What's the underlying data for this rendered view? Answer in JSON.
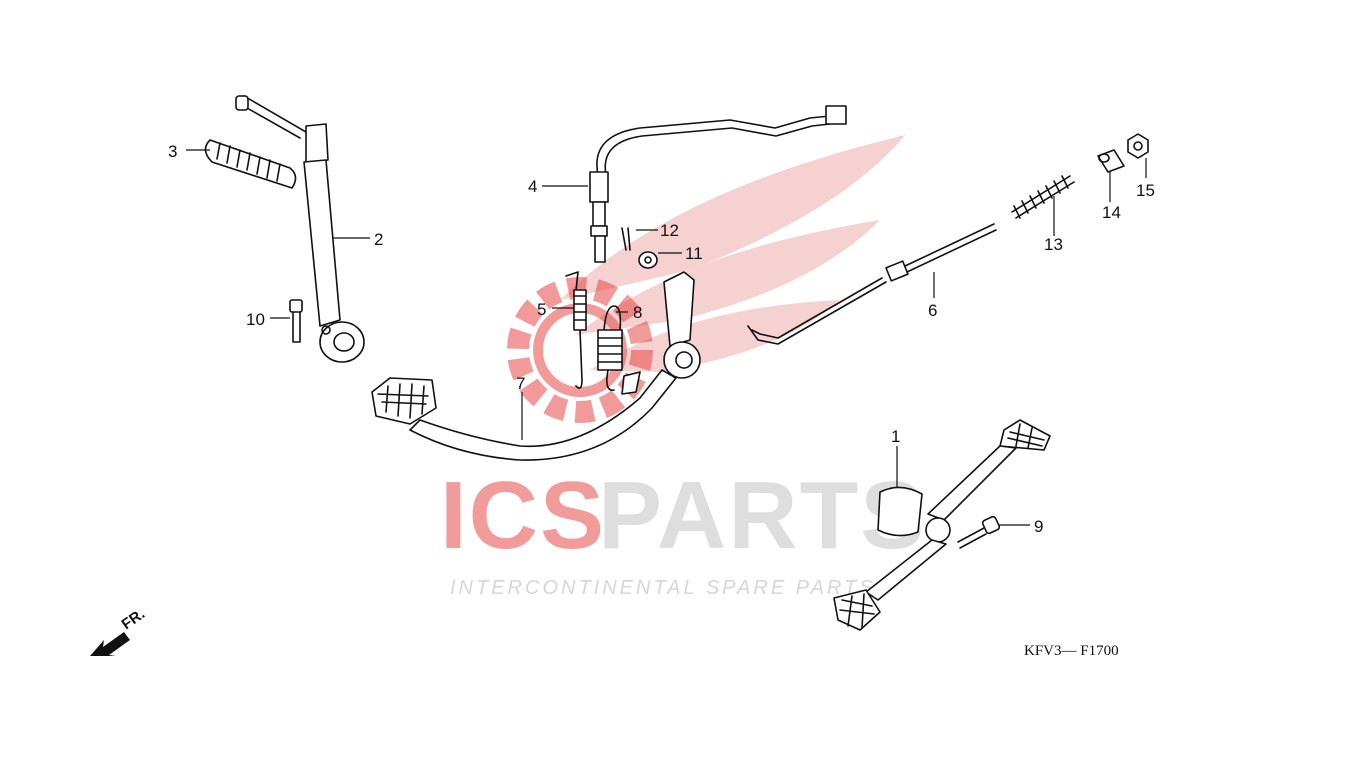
{
  "watermark": {
    "brand_part1": "ICS",
    "brand_part2": "PARTS",
    "tagline": "INTERCONTINENTAL SPARE PARTS",
    "colors": {
      "red": "#e84848",
      "grey": "#c8c8c8",
      "wing": "#f4c2c2"
    }
  },
  "diagram_code": "KFV3— F1700",
  "front_indicator": {
    "label": "FR.",
    "icon": "front-arrow-icon"
  },
  "callouts": [
    {
      "id": "c1",
      "label": "1"
    },
    {
      "id": "c2",
      "label": "2"
    },
    {
      "id": "c3",
      "label": "3"
    },
    {
      "id": "c4",
      "label": "4"
    },
    {
      "id": "c5",
      "label": "5"
    },
    {
      "id": "c6",
      "label": "6"
    },
    {
      "id": "c7",
      "label": "7"
    },
    {
      "id": "c8",
      "label": "8"
    },
    {
      "id": "c9",
      "label": "9"
    },
    {
      "id": "c10",
      "label": "10"
    },
    {
      "id": "c11",
      "label": "11"
    },
    {
      "id": "c12",
      "label": "12"
    },
    {
      "id": "c13",
      "label": "13"
    },
    {
      "id": "c14",
      "label": "14"
    },
    {
      "id": "c15",
      "label": "15"
    }
  ]
}
